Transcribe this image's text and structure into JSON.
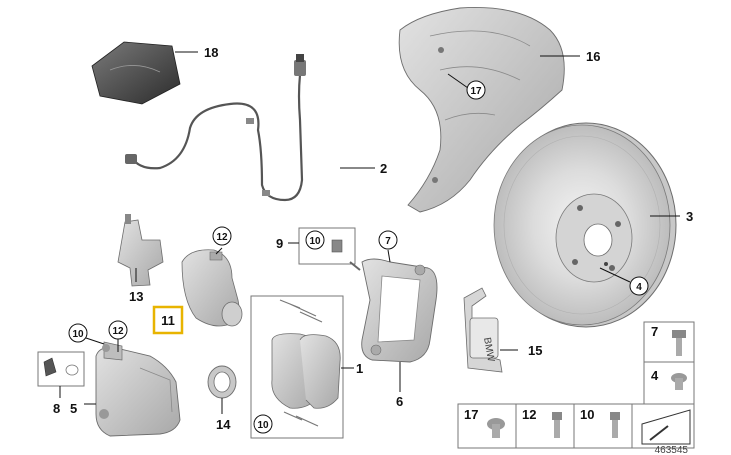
{
  "diagram_number": "463545",
  "callouts": {
    "c1": "1",
    "c2": "2",
    "c3": "3",
    "c4": "4",
    "c5": "5",
    "c6": "6",
    "c7": "7",
    "c8": "8",
    "c9": "9",
    "c10": "10",
    "c11": "11",
    "c12": "12",
    "c13": "13",
    "c14": "14",
    "c15": "15",
    "c16": "16",
    "c17": "17",
    "c18": "18"
  },
  "highlight_color": "#e8b400",
  "disc_logo_text": "BMW"
}
